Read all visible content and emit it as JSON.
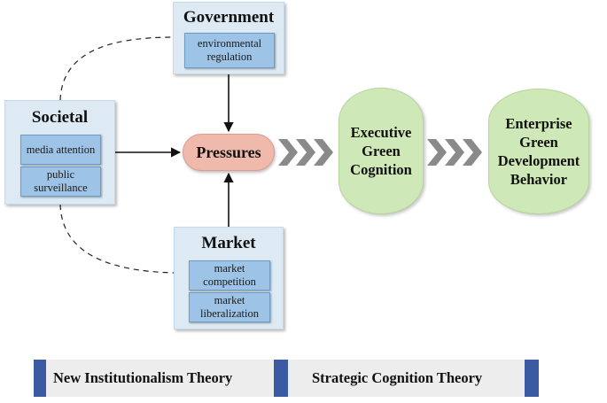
{
  "government": {
    "title": "Government",
    "items": [
      "environmental regulation"
    ]
  },
  "societal": {
    "title": "Societal",
    "items": [
      "media attention",
      "public surveillance"
    ]
  },
  "market": {
    "title": "Market",
    "items": [
      "market competition",
      "market liberalization"
    ]
  },
  "pressures": {
    "label": "Pressures"
  },
  "executive": {
    "label": "Executive Green Cognition"
  },
  "enterprise": {
    "label": "Enterprise Green Development Behavior"
  },
  "theories": {
    "left": "New Institutionalism Theory",
    "right": "Strategic Cognition Theory"
  },
  "colors": {
    "panel_bg": "#ddeaf4",
    "item_bg": "#9dc3e6",
    "pressures_bg": "#efb9ac",
    "cognition_bg": "#cfe8b8",
    "footer_bg": "#ededed",
    "footer_accent": "#3a5aa2",
    "chevron": "#8a8a8a"
  },
  "icons": {
    "flow_arrow": "triple-chevron-right-icon",
    "link_arrow": "arrowhead-icon"
  }
}
